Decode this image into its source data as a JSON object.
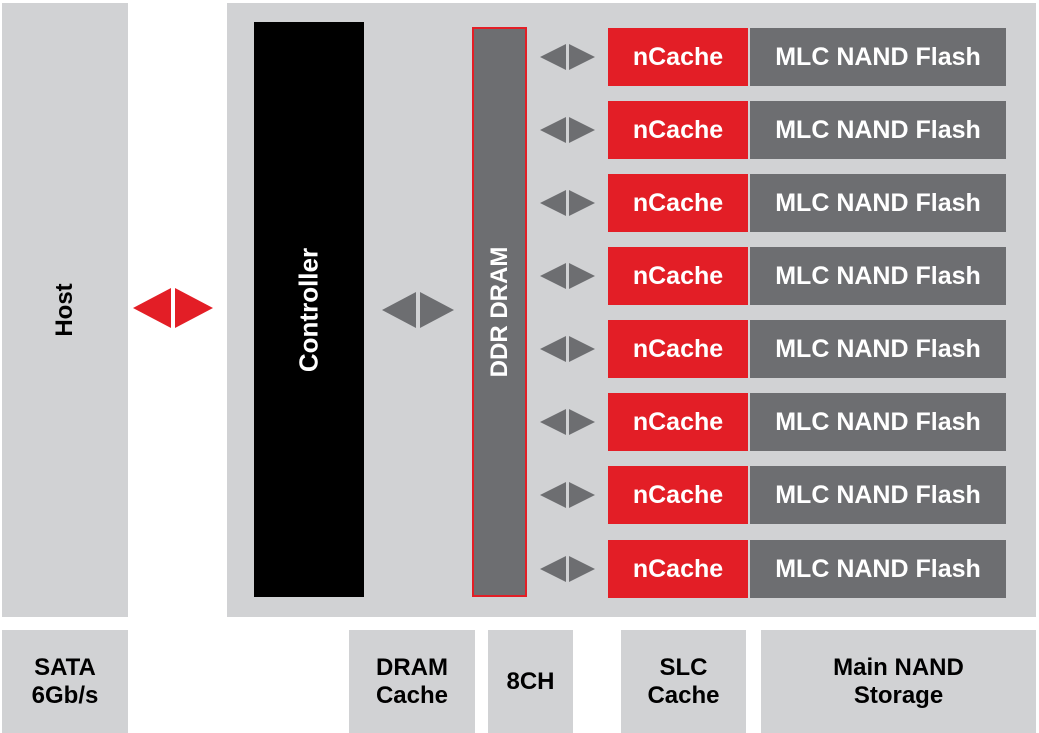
{
  "host": {
    "label": "Host"
  },
  "controller": {
    "label": "Controller"
  },
  "dram": {
    "label": "DDR DRAM"
  },
  "channels": [
    {
      "cache": "nCache",
      "flash": "MLC NAND Flash"
    },
    {
      "cache": "nCache",
      "flash": "MLC NAND Flash"
    },
    {
      "cache": "nCache",
      "flash": "MLC NAND Flash"
    },
    {
      "cache": "nCache",
      "flash": "MLC NAND Flash"
    },
    {
      "cache": "nCache",
      "flash": "MLC NAND Flash"
    },
    {
      "cache": "nCache",
      "flash": "MLC NAND Flash"
    },
    {
      "cache": "nCache",
      "flash": "MLC NAND Flash"
    },
    {
      "cache": "nCache",
      "flash": "MLC NAND Flash"
    }
  ],
  "labels": {
    "interface": [
      "SATA",
      "6Gb/s"
    ],
    "dram_cache": [
      "DRAM",
      "Cache"
    ],
    "channels": "8CH",
    "slc_cache": [
      "SLC",
      "Cache"
    ],
    "main_storage": [
      "Main NAND",
      "Storage"
    ]
  },
  "colors": {
    "accent_red": "#e31e26",
    "dark_gray": "#6d6e71",
    "light_gray": "#d1d2d4",
    "black": "#000000"
  },
  "icons": {
    "host_link": "bidirectional-arrow-red-icon",
    "controller_link": "bidirectional-arrow-gray-icon",
    "channel_link": "bidirectional-arrow-gray-icon"
  }
}
